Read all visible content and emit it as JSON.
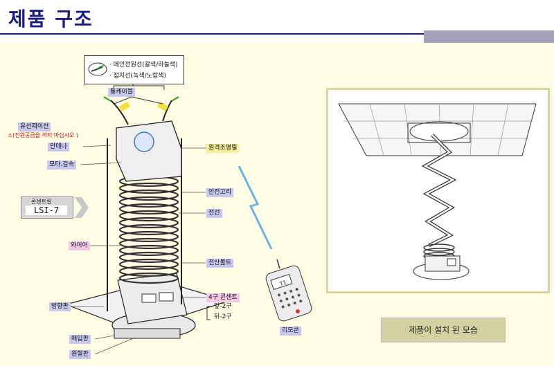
{
  "header": {
    "title": "제품 구조"
  },
  "legend": {
    "line1": "· 메인전원선(갈색/하늘색)",
    "line2": "· 접지선(녹색/노랑색)"
  },
  "labels": {
    "tong_cable": "통케이블",
    "limit_switch": "유선제이선",
    "warning": "⚠(전원공급을 하지 마십시오 )",
    "antenna": "안테나",
    "motor": "모타.감속",
    "remote_light": "원격조명릴",
    "safety_ring": "안전고리",
    "wire_line": "전선",
    "wire_rope": "와이어",
    "bolt": "전산볼트",
    "outlet": "4구 콘센트",
    "outlet_front": "앞-2구",
    "outlet_back": "뒤-2구",
    "wing_plate": "방향판",
    "buried_plate": "매입판",
    "round_plate": "원형판",
    "remote": "리모콘"
  },
  "controller": {
    "label": "콘센트릴",
    "model": "LSI-7"
  },
  "remote_display": "T1",
  "caption": "제품이 설치 된 모습",
  "colors": {
    "title": "#1a1a80",
    "label_blue": "#c8c8ee",
    "label_pink": "#f4c8e6",
    "label_yellow": "#f4ee9a",
    "background": "#fffde4"
  }
}
